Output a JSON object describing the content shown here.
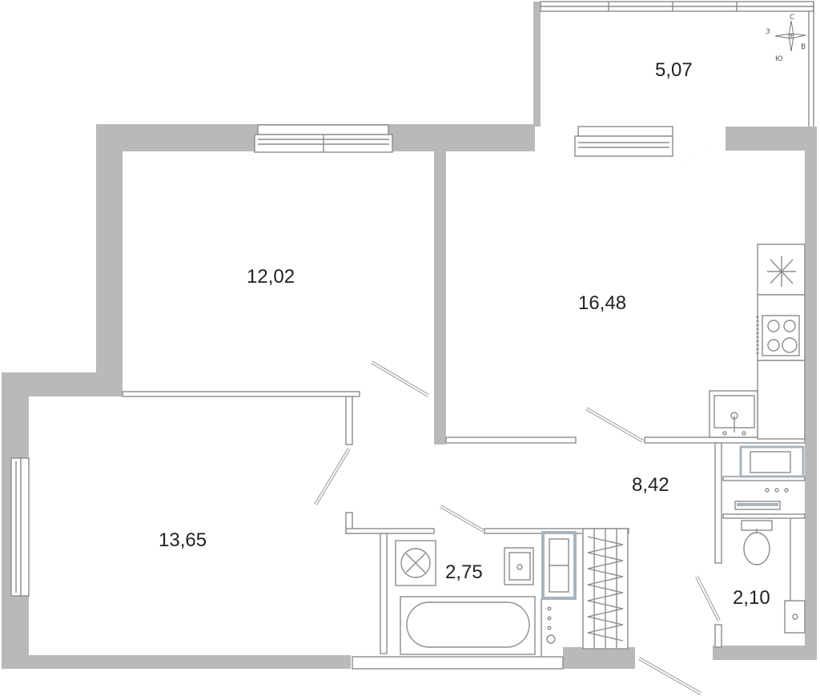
{
  "rooms": [
    {
      "id": "balcony",
      "area": "5,07"
    },
    {
      "id": "bedroom",
      "area": "12,02"
    },
    {
      "id": "kitchen-living",
      "area": "16,48"
    },
    {
      "id": "hallway",
      "area": "8,42"
    },
    {
      "id": "living-room",
      "area": "13,65"
    },
    {
      "id": "bathroom",
      "area": "2,75"
    },
    {
      "id": "toilet",
      "area": "2,10"
    }
  ],
  "compass": {
    "north": "С",
    "east": "В",
    "south": "Ю",
    "west": "З"
  },
  "colors": {
    "wall": "#b9b9b9",
    "line": "#8c8c8c",
    "accent": "#a9b4bd",
    "text": "#222222"
  }
}
